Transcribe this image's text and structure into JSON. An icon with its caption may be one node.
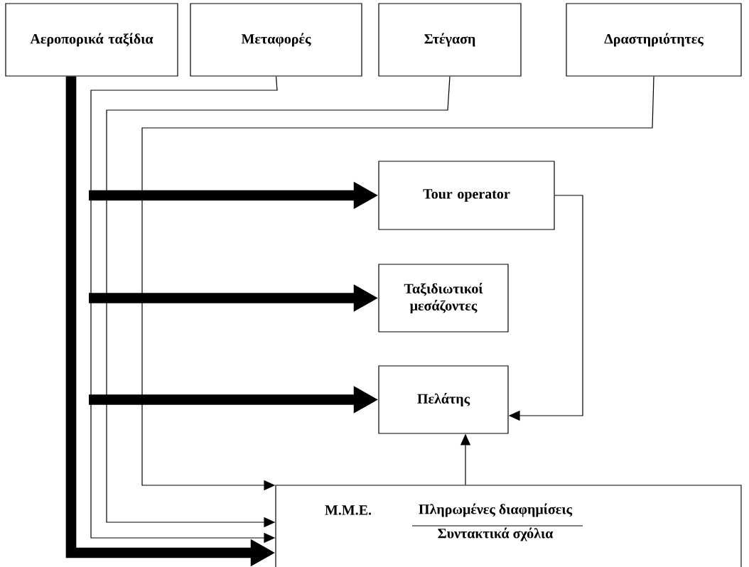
{
  "diagram": {
    "nodes": [
      {
        "text": [
          "Αεροπορικά ταξίδια"
        ]
      },
      {
        "text": [
          "Μεταφορές"
        ]
      },
      {
        "text": [
          "Στέγαση"
        ]
      },
      {
        "text": [
          "Δραστηριότητες"
        ]
      },
      {
        "text": [
          "Tour operator"
        ]
      },
      {
        "text": [
          "Ταξιδιωτικοί μεσάζοντες"
        ]
      },
      {
        "text": [
          "Πελάτης"
        ]
      },
      {
        "text": [
          "Μ.Μ.Ε.",
          "Πληρωμένες διαφημίσεις",
          "Συντακτικά σχόλια"
        ]
      }
    ],
    "edges": [
      {
        "from": 0,
        "to": 7,
        "arrow": "to",
        "style": "thick"
      },
      {
        "from": 1,
        "to": 7,
        "arrow": "to"
      },
      {
        "from": 2,
        "to": 7,
        "arrow": "to"
      },
      {
        "from": 3,
        "to": 7,
        "arrow": "to"
      },
      {
        "from": null,
        "to": 4,
        "arrow": "to",
        "style": "thick"
      },
      {
        "from": null,
        "to": 5,
        "arrow": "to",
        "style": "thick"
      },
      {
        "from": null,
        "to": 6,
        "arrow": "to",
        "style": "thick"
      },
      {
        "from": 4,
        "to": 6,
        "arrow": "to"
      },
      {
        "from": 7,
        "to": 6,
        "arrow": "to"
      }
    ]
  }
}
